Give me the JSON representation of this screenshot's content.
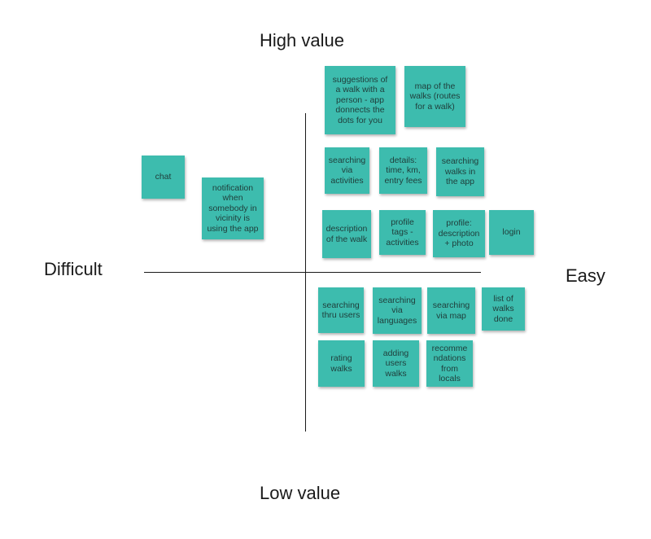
{
  "axes": {
    "top": "High value",
    "bottom": "Low value",
    "left": "Difficult",
    "right": "Easy"
  },
  "colors": {
    "sticky_note": "#3dbcae",
    "axis": "#1a1a1a"
  },
  "notes": {
    "chat": "chat",
    "notification": "notification\nwhen\nsomebody in\nvicinity is\nusing the app",
    "suggestions": "suggestions of\na walk with a\nperson - app\ndonnects the\ndots for you",
    "map_walks": "map of the\nwalks (routes\nfor a walk)",
    "searching_activities": "searching\nvia\nactivities",
    "details": "details:\ntime, km,\nentry fees",
    "searching_walks_app": "searching\nwalks in\nthe app",
    "description_walk": "description\nof the walk",
    "profile_tags": "profile\ntags -\nactivities",
    "profile_description": "profile:\ndescription\n+ photo",
    "login": "login",
    "searching_users": "searching\nthru users",
    "searching_languages": "searching\nvia\nlanguages",
    "searching_map": "searching\nvia map",
    "list_walks_done": "list of\nwalks\ndone",
    "rating_walks": "rating\nwalks",
    "adding_users_walks": "adding\nusers\nwalks",
    "recommendations": "recomme\nndations\nfrom\nlocals"
  }
}
